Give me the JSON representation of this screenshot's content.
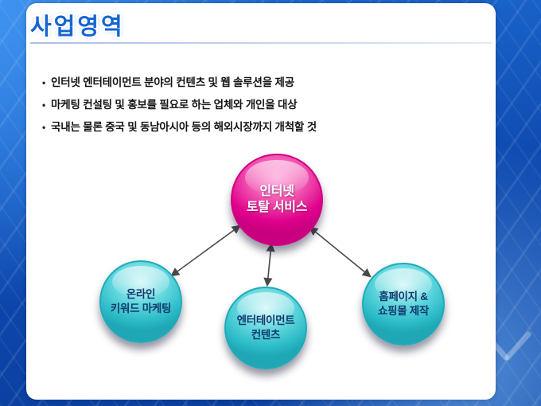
{
  "title": "사업영역",
  "bullet_marker": "•",
  "bullets": [
    "인터넷 엔터테이먼트 분야의 컨텐츠 및 웹 솔루션을 제공",
    "마케팅 컨설팅 및 홍보를 필요로 하는 업체와 개인을 대상",
    "국내는 물론 중국 및 동남아시아 등의 해외시장까지 개척할 것"
  ],
  "diagram": {
    "hub": {
      "label": "인터넷\n토탈 서비스",
      "color": "#e0008c"
    },
    "nodes": [
      {
        "label": "온라인\n키워드 마케팅",
        "color": "#2abac6"
      },
      {
        "label": "엔터테이먼트\n컨텐츠",
        "color": "#2abac6"
      },
      {
        "label": "홈페이지 &\n쇼핑몰 제작",
        "color": "#2abac6"
      }
    ],
    "arrow_color": "#4a4a4a"
  },
  "colors": {
    "background_blue": "#0d47ad",
    "title_blue": "#1565d0",
    "panel_white": "#ffffff",
    "bullet_text": "#141414",
    "hub_text": "#ffffff",
    "node_text": "#123a6d"
  }
}
